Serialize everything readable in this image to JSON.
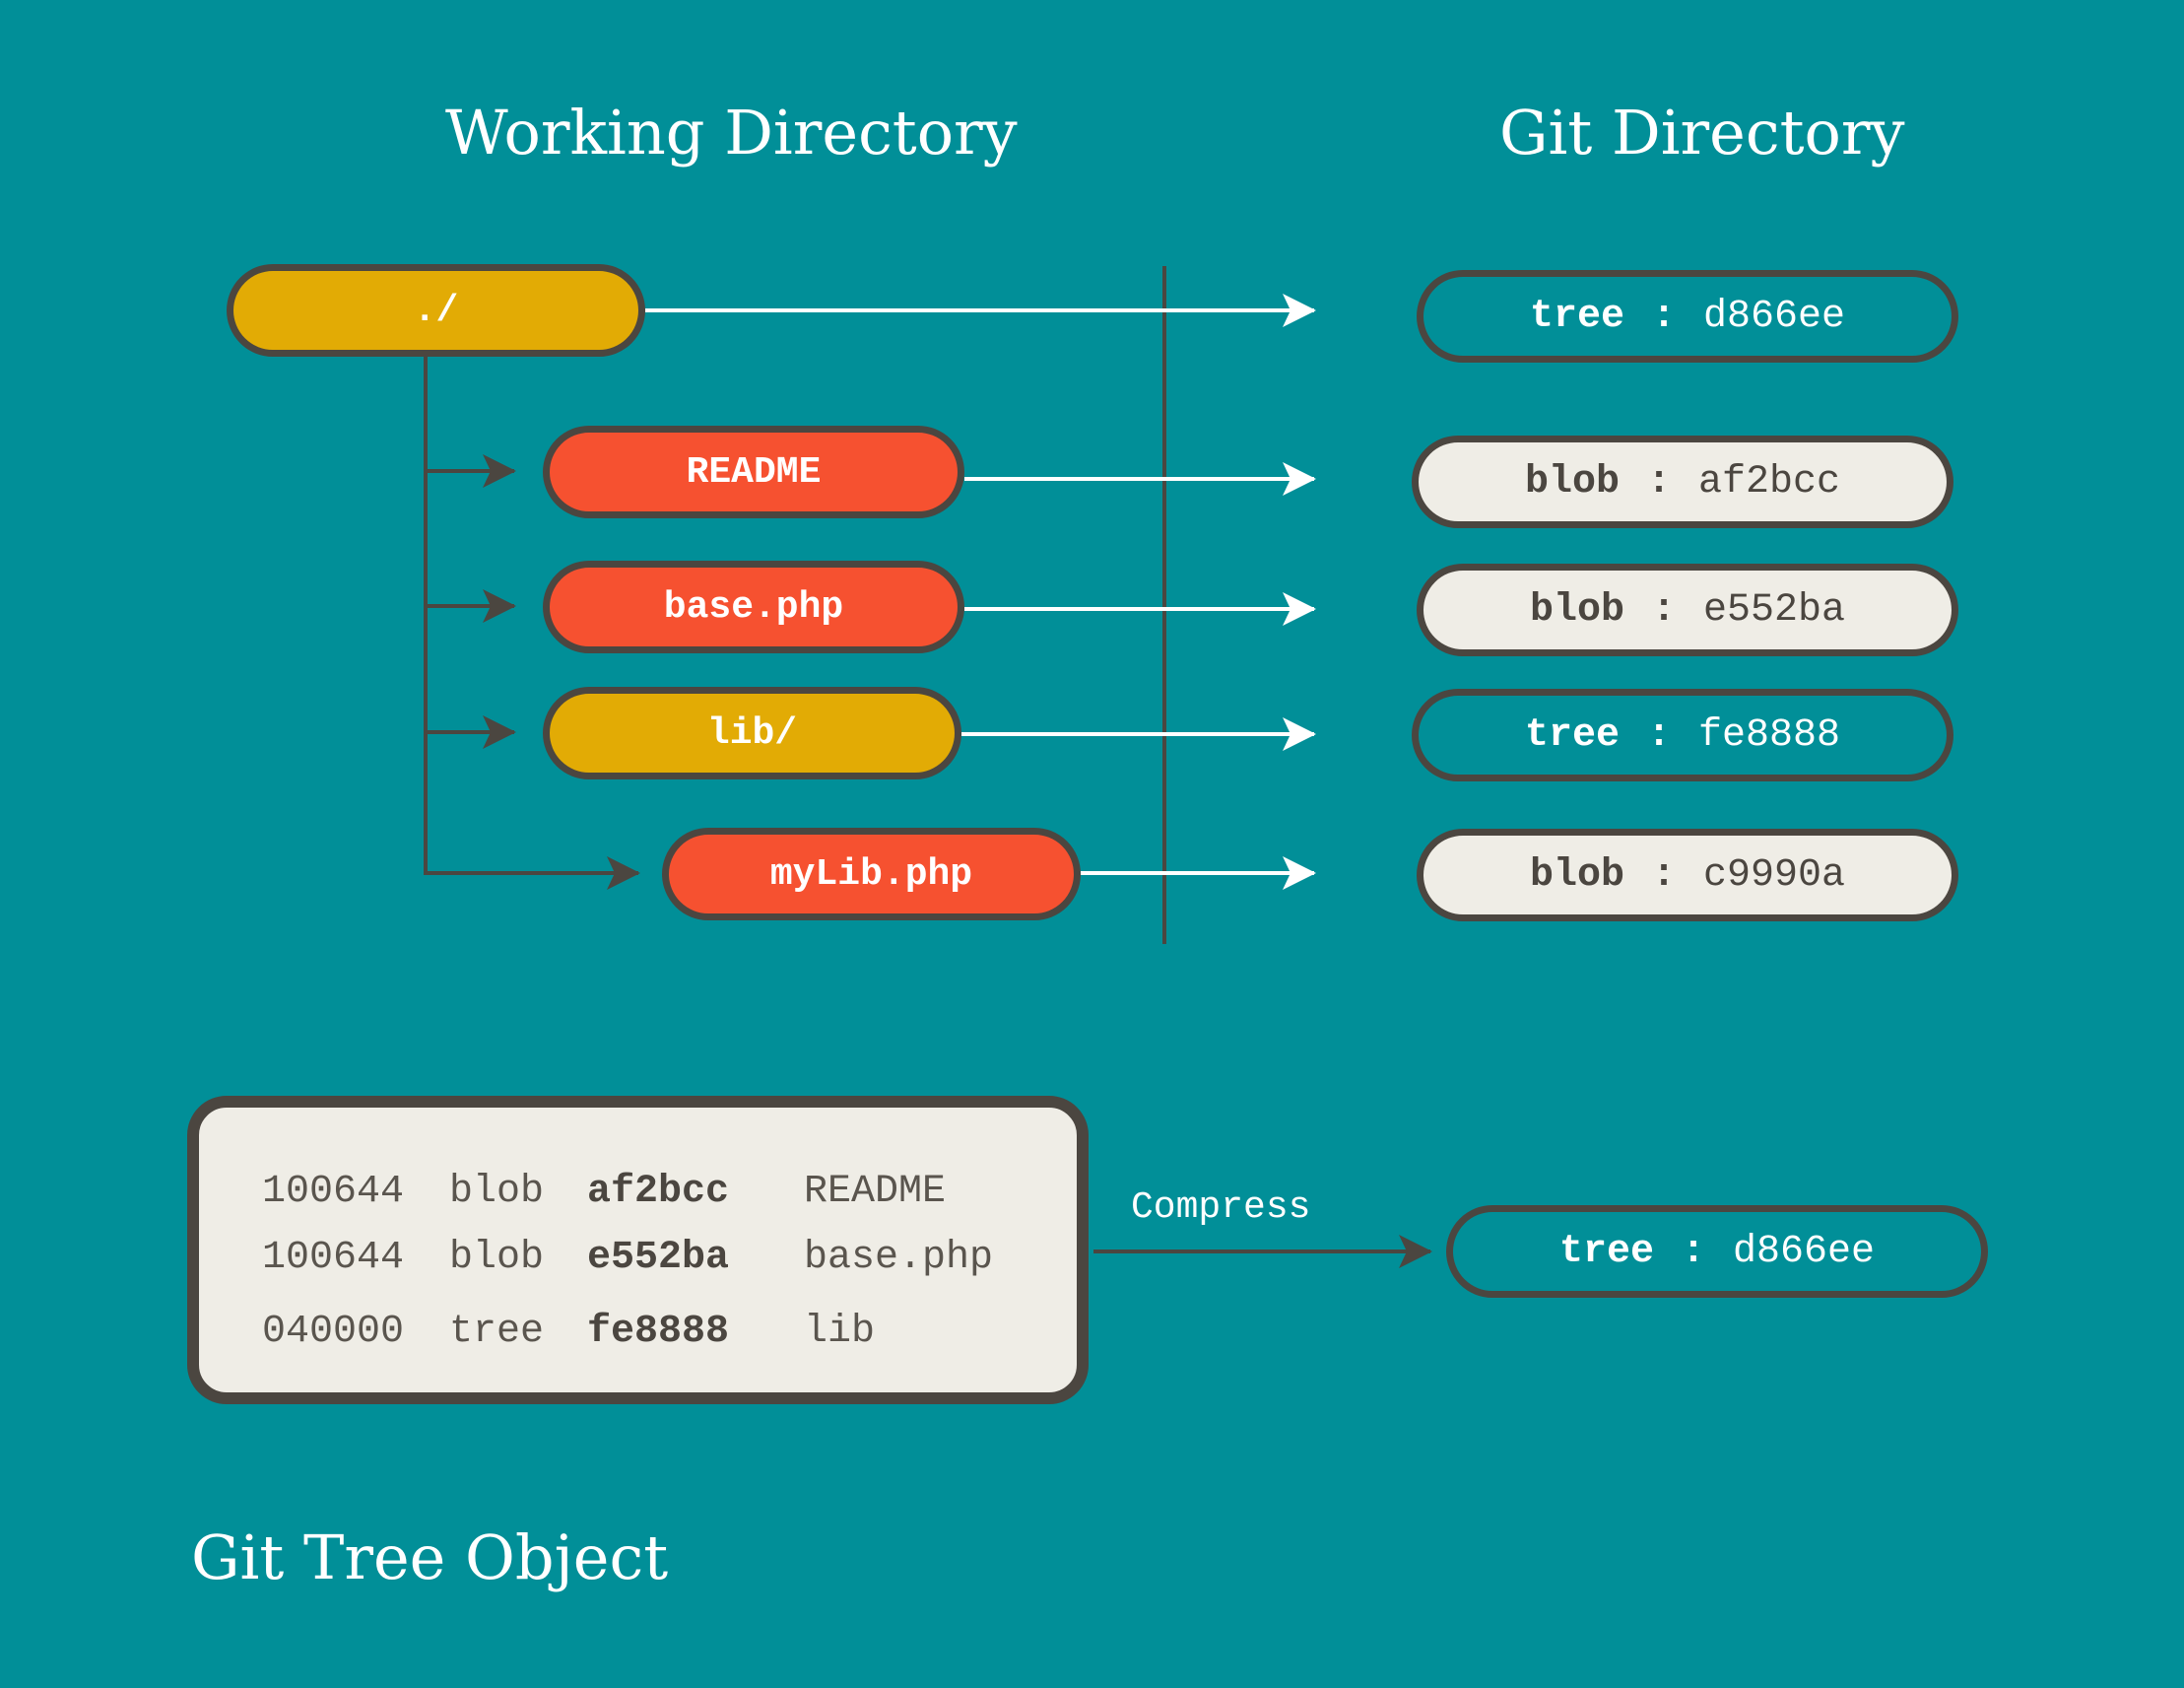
{
  "headings": {
    "working_directory": "Working Directory",
    "git_directory": "Git Directory",
    "caption": "Git Tree Object"
  },
  "working_directory": {
    "root": "./",
    "readme": "README",
    "base_php": "base.php",
    "lib": "lib/",
    "mylib_php": "myLib.php"
  },
  "git_objects": [
    {
      "type": "tree",
      "sep": ":",
      "hash": "d866ee"
    },
    {
      "type": "blob",
      "sep": ":",
      "hash": "af2bcc"
    },
    {
      "type": "blob",
      "sep": ":",
      "hash": "e552ba"
    },
    {
      "type": "tree",
      "sep": ":",
      "hash": "fe8888"
    },
    {
      "type": "blob",
      "sep": ":",
      "hash": "c9990a"
    }
  ],
  "tree_listing": [
    {
      "mode": "100644",
      "type": "blob",
      "hash": "af2bcc",
      "name": "README"
    },
    {
      "mode": "100644",
      "type": "blob",
      "hash": "e552ba",
      "name": "base.php"
    },
    {
      "mode": "040000",
      "type": "tree",
      "hash": "fe8888",
      "name": "lib"
    }
  ],
  "compress_label": "Compress",
  "result_object": {
    "type": "tree",
    "sep": ":",
    "hash": "d866ee"
  },
  "colors": {
    "background": "#018f98",
    "folder": "#e2ab05",
    "file": "#f65130",
    "blob_fill": "#efede6",
    "outline": "#4b4640",
    "arrow": "#ffffff"
  }
}
